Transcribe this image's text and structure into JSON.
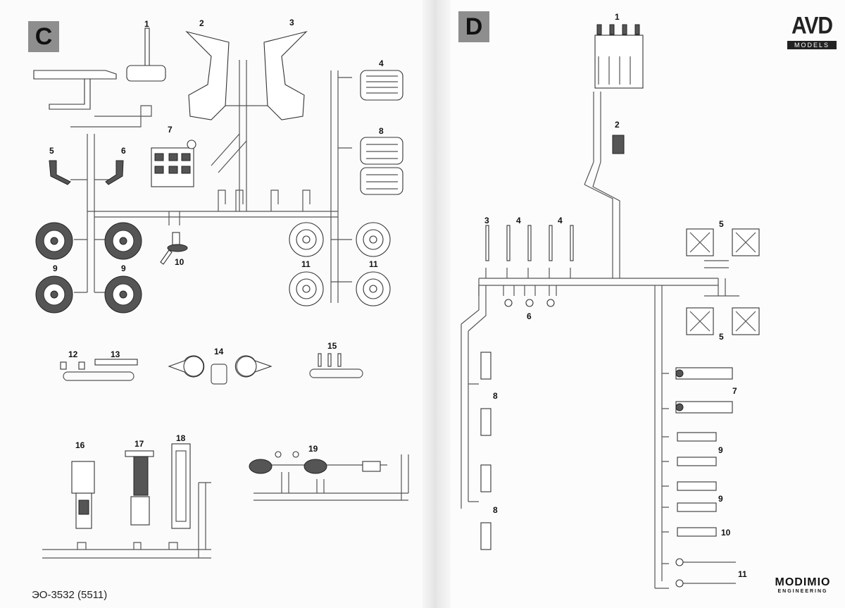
{
  "left_page": {
    "sprue_letter": "C",
    "part_labels": [
      {
        "id": "c1",
        "text": "1"
      },
      {
        "id": "c2",
        "text": "2"
      },
      {
        "id": "c3",
        "text": "3"
      },
      {
        "id": "c4",
        "text": "4"
      },
      {
        "id": "c5",
        "text": "5"
      },
      {
        "id": "c6",
        "text": "6"
      },
      {
        "id": "c7",
        "text": "7"
      },
      {
        "id": "c8",
        "text": "8"
      },
      {
        "id": "c9a",
        "text": "9"
      },
      {
        "id": "c9b",
        "text": "9"
      },
      {
        "id": "c10",
        "text": "10"
      },
      {
        "id": "c11a",
        "text": "11"
      },
      {
        "id": "c11b",
        "text": "11"
      },
      {
        "id": "c12",
        "text": "12"
      },
      {
        "id": "c13",
        "text": "13"
      },
      {
        "id": "c14",
        "text": "14"
      },
      {
        "id": "c15",
        "text": "15"
      },
      {
        "id": "c16",
        "text": "16"
      },
      {
        "id": "c17",
        "text": "17"
      },
      {
        "id": "c18",
        "text": "18"
      },
      {
        "id": "c19",
        "text": "19"
      }
    ],
    "footer_model": "ЭО-3532 (5511)"
  },
  "right_page": {
    "sprue_letter": "D",
    "logo": {
      "main": "AVD",
      "sub": "MODELS"
    },
    "part_labels": [
      {
        "id": "d1",
        "text": "1"
      },
      {
        "id": "d2",
        "text": "2"
      },
      {
        "id": "d3",
        "text": "3"
      },
      {
        "id": "d4a",
        "text": "4"
      },
      {
        "id": "d4b",
        "text": "4"
      },
      {
        "id": "d5a",
        "text": "5"
      },
      {
        "id": "d5b",
        "text": "5"
      },
      {
        "id": "d6",
        "text": "6"
      },
      {
        "id": "d7",
        "text": "7"
      },
      {
        "id": "d8a",
        "text": "8"
      },
      {
        "id": "d8b",
        "text": "8"
      },
      {
        "id": "d9a",
        "text": "9"
      },
      {
        "id": "d9b",
        "text": "9"
      },
      {
        "id": "d10",
        "text": "10"
      },
      {
        "id": "d11",
        "text": "11"
      }
    ],
    "brand": {
      "main": "MODIMIO",
      "sub": "ENGINEERING"
    }
  }
}
